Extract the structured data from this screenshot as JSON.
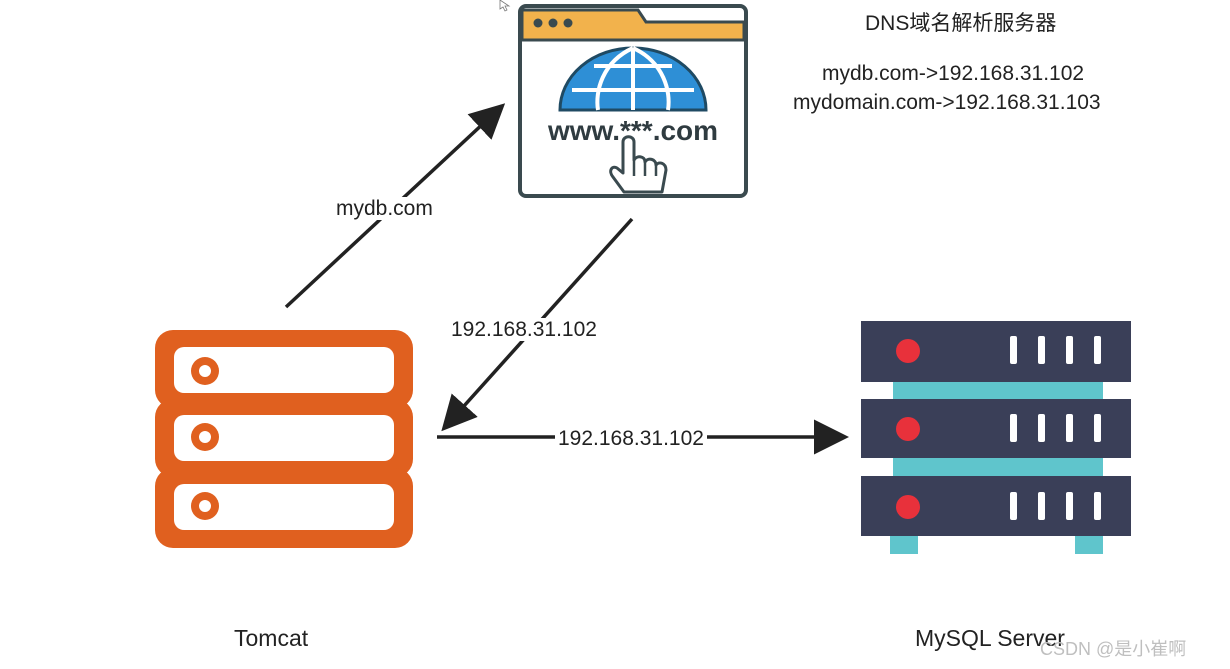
{
  "dns": {
    "title": "DNS域名解析服务器",
    "mappings": [
      "mydb.com->192.168.31.102",
      "mydomain.com->192.168.31.103"
    ],
    "browser_text": "www.***.com"
  },
  "edges": {
    "tomcat_to_dns": "mydb.com",
    "dns_to_tomcat": "192.168.31.102",
    "tomcat_to_mysql": "192.168.31.102"
  },
  "nodes": {
    "tomcat": "Tomcat",
    "mysql": "MySQL Server"
  },
  "watermark": "CSDN @是小崔啊",
  "colors": {
    "tomcat_orange": "#E0601F",
    "server_navy": "#3A3F58",
    "server_teal": "#5FC5CC",
    "server_red": "#E8313B",
    "browser_bar": "#F2B24C",
    "browser_border": "#3A4A4F",
    "globe_blue": "#2E8FD6",
    "arrow": "#222222"
  }
}
